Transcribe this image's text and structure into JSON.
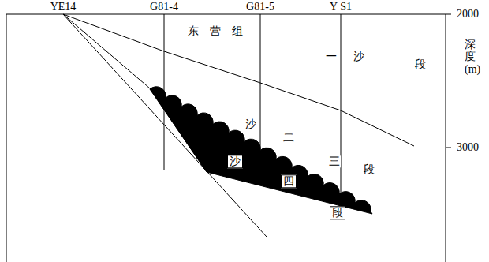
{
  "diagram": {
    "labels": [
      "YE14",
      "G81-4",
      "G81-5",
      "Y S1",
      "2000",
      "3000",
      "深度(m)",
      "东营组",
      "一",
      "沙",
      "段",
      "沙",
      "二",
      "三",
      "段",
      "沙",
      "四",
      "段"
    ]
  }
}
